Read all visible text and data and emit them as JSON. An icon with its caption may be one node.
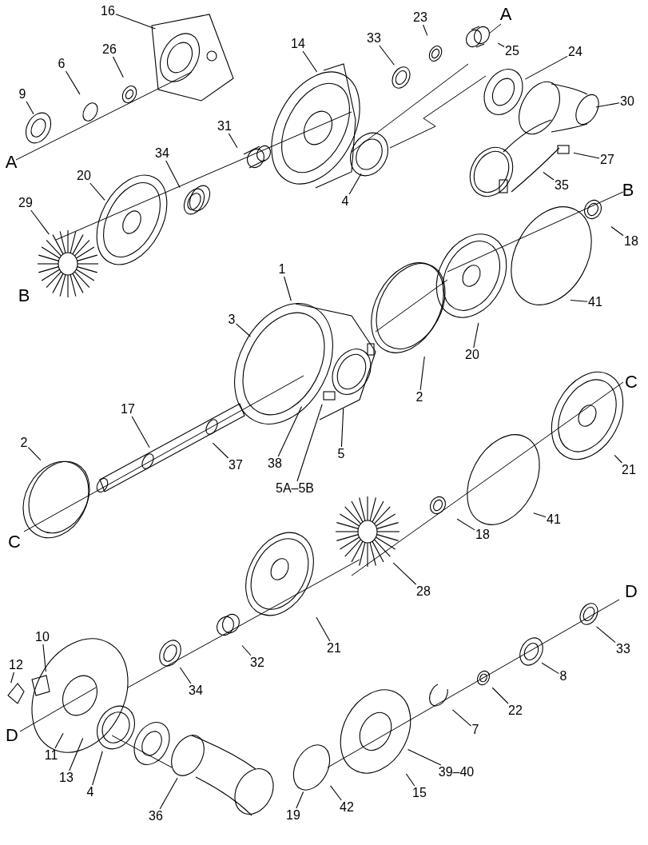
{
  "diagram": {
    "nodes": [
      {
        "text": [
          "16"
        ]
      },
      {
        "text": [
          "26"
        ]
      },
      {
        "text": [
          "6"
        ]
      },
      {
        "text": [
          "9"
        ]
      },
      {
        "text": [
          "14"
        ]
      },
      {
        "text": [
          "33"
        ]
      },
      {
        "text": [
          "23"
        ]
      },
      {
        "text": [
          "25"
        ]
      },
      {
        "text": [
          "24"
        ]
      },
      {
        "text": [
          "30"
        ]
      },
      {
        "text": [
          "31"
        ]
      },
      {
        "text": [
          "34"
        ]
      },
      {
        "text": [
          "20"
        ]
      },
      {
        "text": [
          "29"
        ]
      },
      {
        "text": [
          "4"
        ]
      },
      {
        "text": [
          "27"
        ]
      },
      {
        "text": [
          "35"
        ]
      },
      {
        "text": [
          "18"
        ]
      },
      {
        "text": [
          "41"
        ]
      },
      {
        "text": [
          "1"
        ]
      },
      {
        "text": [
          "3"
        ]
      },
      {
        "text": [
          "20"
        ]
      },
      {
        "text": [
          "2"
        ]
      },
      {
        "text": [
          "17"
        ]
      },
      {
        "text": [
          "37"
        ]
      },
      {
        "text": [
          "38"
        ]
      },
      {
        "text": [
          "5"
        ]
      },
      {
        "text": [
          "5A–5B"
        ]
      },
      {
        "text": [
          "2"
        ]
      },
      {
        "text": [
          "21"
        ]
      },
      {
        "text": [
          "41"
        ]
      },
      {
        "text": [
          "18"
        ]
      },
      {
        "text": [
          "28"
        ]
      },
      {
        "text": [
          "21"
        ]
      },
      {
        "text": [
          "32"
        ]
      },
      {
        "text": [
          "34"
        ]
      },
      {
        "text": [
          "10"
        ]
      },
      {
        "text": [
          "12"
        ]
      },
      {
        "text": [
          "33"
        ]
      },
      {
        "text": [
          "8"
        ]
      },
      {
        "text": [
          "22"
        ]
      },
      {
        "text": [
          "7"
        ]
      },
      {
        "text": [
          "11"
        ]
      },
      {
        "text": [
          "13"
        ]
      },
      {
        "text": [
          "4"
        ]
      },
      {
        "text": [
          "39–40"
        ]
      },
      {
        "text": [
          "15"
        ]
      },
      {
        "text": [
          "36"
        ]
      },
      {
        "text": [
          "42"
        ]
      },
      {
        "text": [
          "19"
        ]
      }
    ],
    "edges": [
      {
        "from": 0,
        "to": null,
        "arrow": "none"
      },
      {
        "from": 1,
        "to": null,
        "arrow": "none"
      },
      {
        "from": 2,
        "to": null,
        "arrow": "none"
      },
      {
        "from": 3,
        "to": null,
        "arrow": "none"
      },
      {
        "from": 4,
        "to": null,
        "arrow": "none"
      },
      {
        "from": 5,
        "to": null,
        "arrow": "none"
      },
      {
        "from": 6,
        "to": null,
        "arrow": "none"
      },
      {
        "from": 7,
        "to": null,
        "arrow": "none"
      },
      {
        "from": 8,
        "to": null,
        "arrow": "none"
      },
      {
        "from": 9,
        "to": null,
        "arrow": "none"
      },
      {
        "from": 10,
        "to": null,
        "arrow": "none"
      },
      {
        "from": 11,
        "to": null,
        "arrow": "none"
      },
      {
        "from": 12,
        "to": null,
        "arrow": "none"
      },
      {
        "from": 13,
        "to": null,
        "arrow": "none"
      },
      {
        "from": 14,
        "to": null,
        "arrow": "none"
      },
      {
        "from": 15,
        "to": null,
        "arrow": "none"
      },
      {
        "from": 16,
        "to": null,
        "arrow": "none"
      },
      {
        "from": 17,
        "to": null,
        "arrow": "none"
      },
      {
        "from": 18,
        "to": null,
        "arrow": "none"
      },
      {
        "from": 19,
        "to": null,
        "arrow": "none"
      },
      {
        "from": 20,
        "to": null,
        "arrow": "none"
      },
      {
        "from": 21,
        "to": null,
        "arrow": "none"
      },
      {
        "from": 22,
        "to": null,
        "arrow": "none"
      },
      {
        "from": 23,
        "to": null,
        "arrow": "none"
      },
      {
        "from": 24,
        "to": null,
        "arrow": "none"
      },
      {
        "from": 25,
        "to": null,
        "arrow": "none"
      },
      {
        "from": 26,
        "to": null,
        "arrow": "none"
      },
      {
        "from": 27,
        "to": null,
        "arrow": "none"
      },
      {
        "from": 28,
        "to": null,
        "arrow": "none"
      },
      {
        "from": 29,
        "to": null,
        "arrow": "none"
      },
      {
        "from": 30,
        "to": null,
        "arrow": "none"
      },
      {
        "from": 31,
        "to": null,
        "arrow": "none"
      },
      {
        "from": 32,
        "to": null,
        "arrow": "none"
      },
      {
        "from": 33,
        "to": null,
        "arrow": "none"
      },
      {
        "from": 34,
        "to": null,
        "arrow": "none"
      },
      {
        "from": 35,
        "to": null,
        "arrow": "none"
      },
      {
        "from": 36,
        "to": null,
        "arrow": "none"
      },
      {
        "from": 37,
        "to": null,
        "arrow": "none"
      },
      {
        "from": 38,
        "to": null,
        "arrow": "none"
      },
      {
        "from": 39,
        "to": null,
        "arrow": "none"
      },
      {
        "from": 40,
        "to": null,
        "arrow": "none"
      },
      {
        "from": 41,
        "to": null,
        "arrow": "none"
      },
      {
        "from": 42,
        "to": null,
        "arrow": "none"
      },
      {
        "from": 43,
        "to": null,
        "arrow": "none"
      },
      {
        "from": 44,
        "to": null,
        "arrow": "none"
      },
      {
        "from": 45,
        "to": null,
        "arrow": "none"
      },
      {
        "from": 46,
        "to": null,
        "arrow": "none"
      },
      {
        "from": 47,
        "to": null,
        "arrow": "none"
      },
      {
        "from": 48,
        "to": null,
        "arrow": "none"
      },
      {
        "from": 49,
        "to": null,
        "arrow": "none"
      }
    ],
    "labels": [
      "A",
      "A",
      "B",
      "B",
      "C",
      "C",
      "D",
      "D"
    ]
  }
}
